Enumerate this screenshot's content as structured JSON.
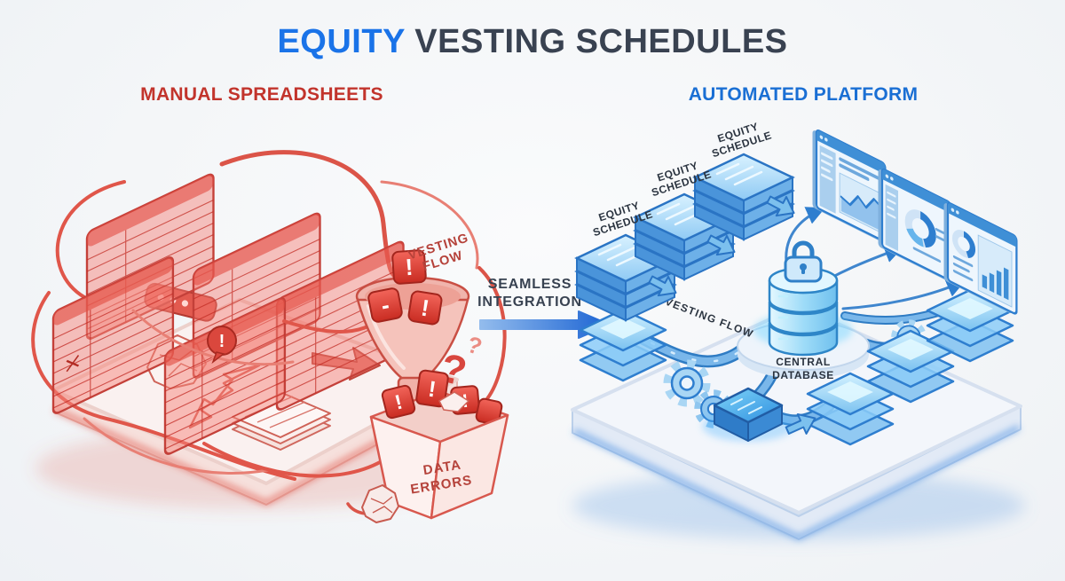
{
  "title": {
    "highlight": "EQUITY",
    "rest": " VESTING SCHEDULES"
  },
  "left": {
    "heading": "MANUAL SPREADSHEETS",
    "vesting_flow": {
      "line1": "VESTING",
      "line2": "FLOW"
    },
    "data_errors": {
      "line1": "DATA",
      "line2": "ERRORS"
    }
  },
  "center": {
    "integration": {
      "line1": "SEAMLESS",
      "line2": "INTEGRATION"
    }
  },
  "right": {
    "heading": "AUTOMATED PLATFORM",
    "equity_schedules": [
      {
        "line1": "EQUITY",
        "line2": "SCHEDULE"
      },
      {
        "line1": "EQUITY",
        "line2": "SCHEDULE"
      },
      {
        "line1": "EQUITY",
        "line2": "SCHEDULE"
      }
    ],
    "vesting_flow": "VESTING FLOW",
    "central_database": {
      "line1": "CENTRAL",
      "line2": "DATABASE"
    }
  },
  "glyphs": {
    "exclamation": "!",
    "question": "?",
    "minus": "-"
  },
  "colors": {
    "accent_blue": "#1a73e8",
    "heading_red": "#c2342c",
    "heading_blue": "#1a6fd4",
    "dark_text": "#394251",
    "illustration_red": "#d9534a",
    "illustration_blue": "#3b8ad4",
    "background": "#f5f6f8"
  }
}
